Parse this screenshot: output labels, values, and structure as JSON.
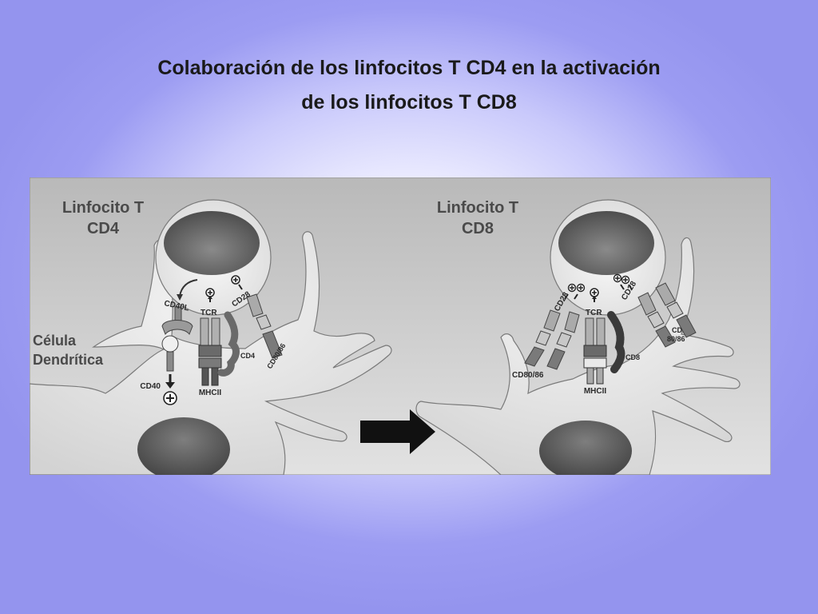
{
  "slide": {
    "title_line1": "Colaboración de los linfocitos T CD4 en la activación",
    "title_line2": "de los linfocitos T CD8"
  },
  "diagram": {
    "left": {
      "cell_title_1": "Linfocito T",
      "cell_title_2": "CD4",
      "dendritic_1": "Célula",
      "dendritic_2": "Dendrítica",
      "cd40l": "CD40L",
      "tcr": "TCR",
      "cd28": "CD28",
      "cd4": "CD4",
      "cd8086": "CD80/86",
      "cd40": "CD40",
      "mhcii": "MHCII"
    },
    "right": {
      "cell_title_1": "Linfocito T",
      "cell_title_2": "CD8",
      "cd28_left": "CD28",
      "tcr": "TCR",
      "cd28_right": "CD28",
      "cd_1": "CD",
      "cd_2": "80/86",
      "cd8": "CD8",
      "cd8086": "CD80/86",
      "mhcii": "MHCII"
    }
  },
  "colors": {
    "background_center": "#ffffff",
    "background_edge": "#9494ee",
    "panel_bg": "#cfcfcf",
    "nucleus": "#6e6e6e"
  }
}
